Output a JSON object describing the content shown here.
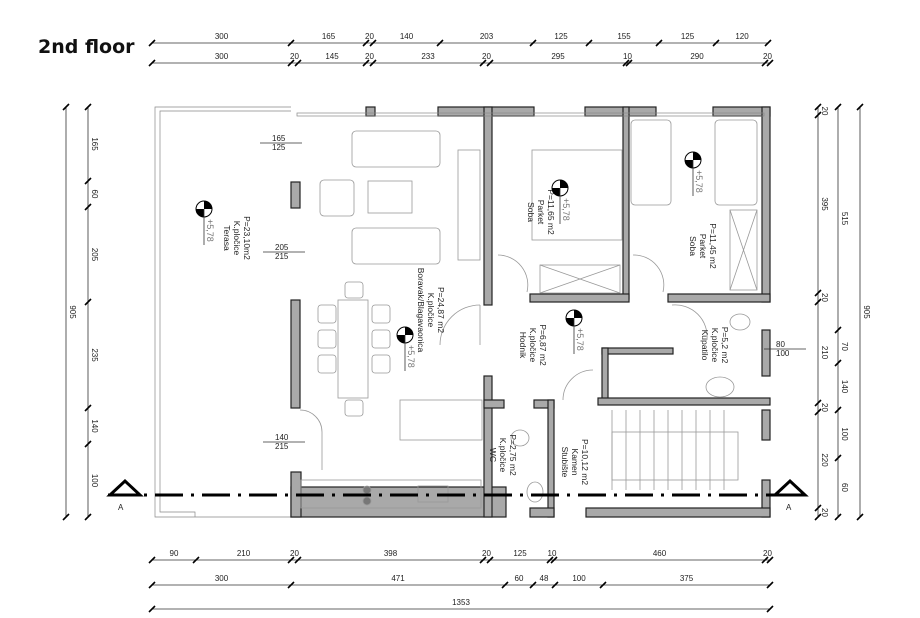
{
  "title": "2nd floor",
  "dimensions": {
    "top_row1": [
      "300",
      "165",
      "20",
      "140",
      "203",
      "125",
      "155",
      "125",
      "120"
    ],
    "top_row2": [
      "300",
      "20",
      "145",
      "20",
      "233",
      "20",
      "295",
      "10",
      "290",
      "20"
    ],
    "bottom_row1": [
      "90",
      "210",
      "20",
      "398",
      "20",
      "125",
      "10",
      "460",
      "20"
    ],
    "bottom_row2": [
      "300",
      "471",
      "60",
      "48",
      "100",
      "375"
    ],
    "bottom_total": "1353",
    "left_total": "905",
    "left_segments": [
      "165",
      "60",
      "205",
      "235",
      "140",
      "100"
    ],
    "right_row1": [
      "20",
      "395",
      "20",
      "210",
      "20",
      "220",
      "20"
    ],
    "right_row2": [
      "515",
      "70",
      "140",
      "100",
      "60"
    ],
    "right_total": "905"
  },
  "window_labels": [
    {
      "top": "165",
      "bottom": "125"
    },
    {
      "top": "205",
      "bottom": "215"
    },
    {
      "top": "140",
      "bottom": "215"
    },
    {
      "top": "80",
      "bottom": "100"
    }
  ],
  "rooms": [
    {
      "name": "Terasa",
      "floor": "K.pločice",
      "area": "P=23,10m2"
    },
    {
      "name": "Boravak/Blagavaonica",
      "floor": "K.pločice",
      "area": "P=24,87 m2"
    },
    {
      "name": "Soba",
      "floor": "Parket",
      "area": "P=11,65 m2"
    },
    {
      "name": "Soba",
      "floor": "Parket",
      "area": "P=11,45 m2"
    },
    {
      "name": "Hodnik",
      "floor": "K.pločice",
      "area": "P=6,87 m2"
    },
    {
      "name": "Kupatilo",
      "floor": "K.pločice",
      "area": "P=5,2 m2"
    },
    {
      "name": "WC",
      "floor": "K.pločice",
      "area": "P=2,75 m2"
    },
    {
      "name": "Stubište",
      "floor": "Kamen",
      "area": "P=10,12 m2"
    }
  ],
  "elevation": "+5,78",
  "section_marker": "A"
}
